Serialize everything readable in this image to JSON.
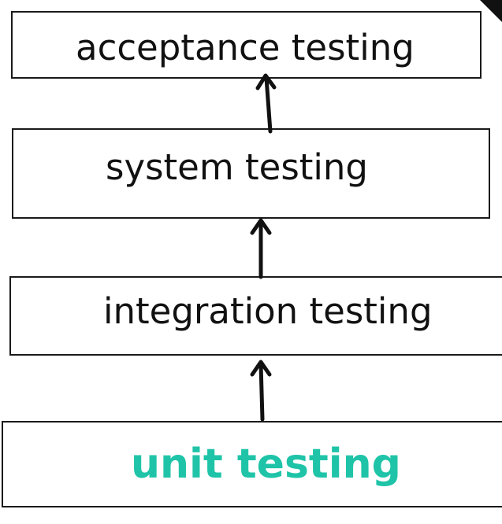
{
  "diagram": {
    "levels": [
      {
        "label": "acceptance testing"
      },
      {
        "label": "system testing"
      },
      {
        "label": "integration testing"
      },
      {
        "label": "unit testing",
        "color": "#1fc4a8"
      }
    ],
    "colors": {
      "border": "#1a1a1a",
      "text": "#111111",
      "arrow": "#111111",
      "highlight": "#1fc4a8"
    }
  }
}
